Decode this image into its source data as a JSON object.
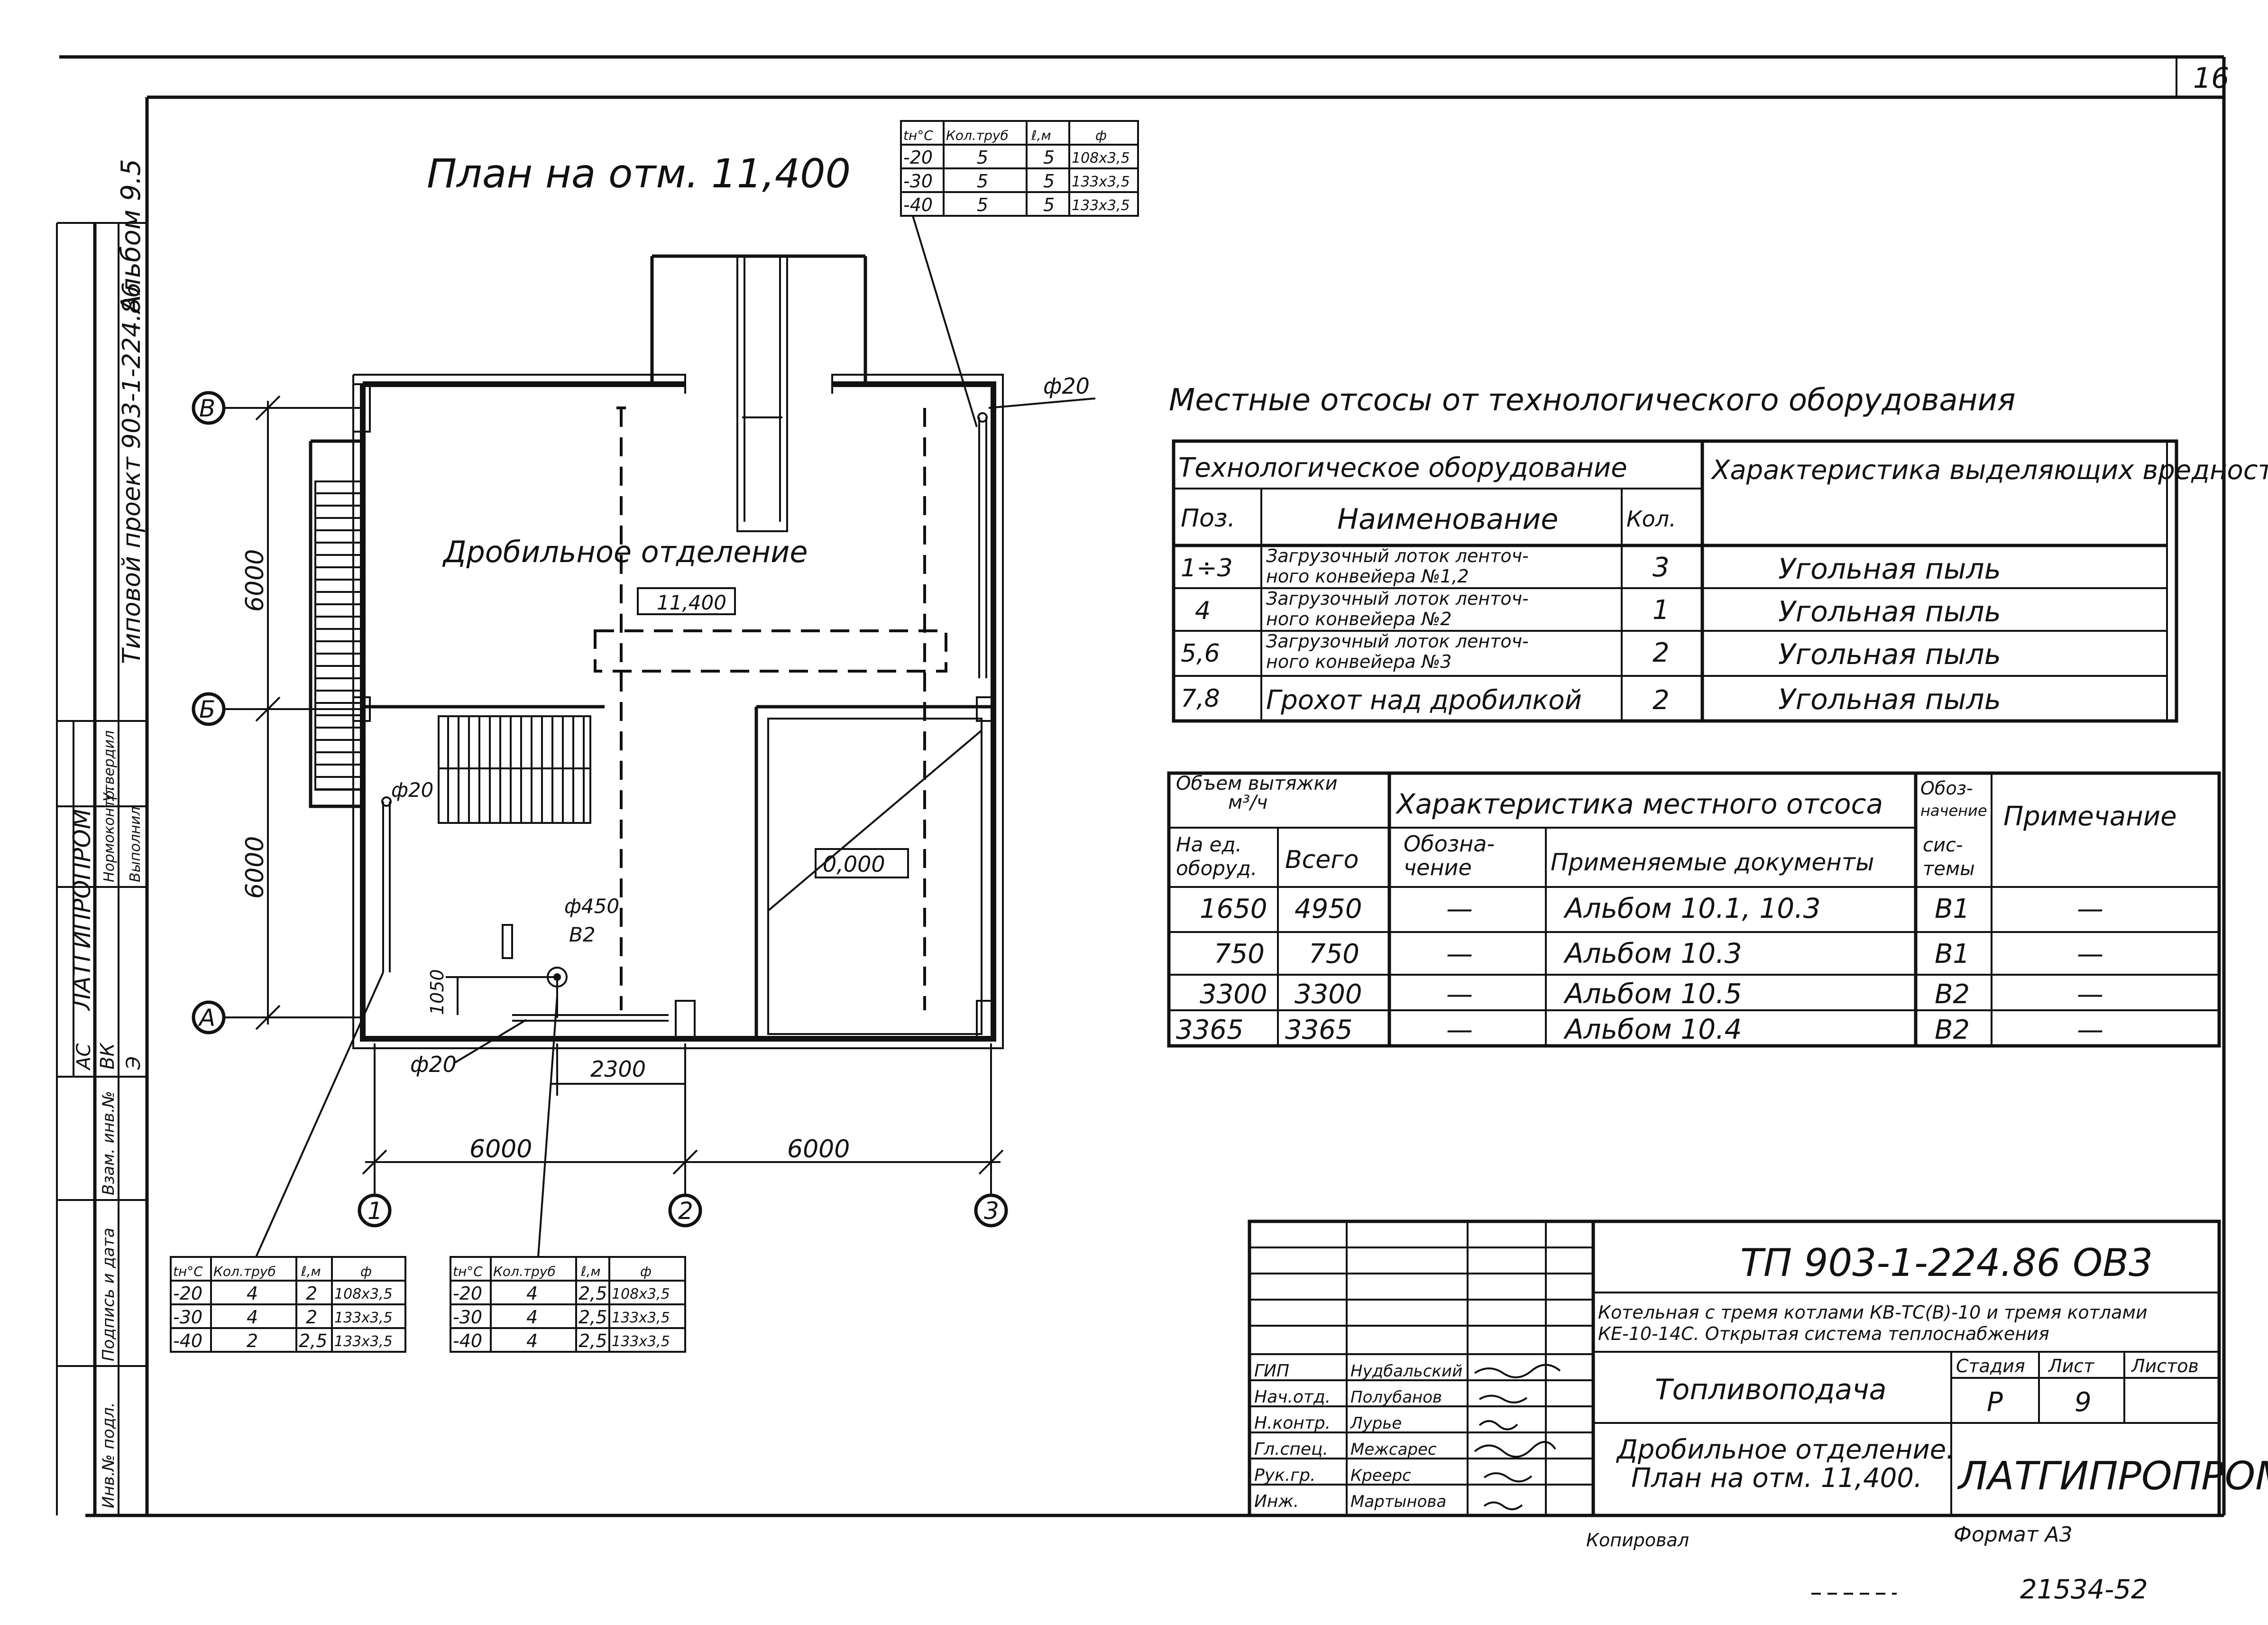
{
  "sheet_number": "16",
  "plan_title": "План на отм. 11,400",
  "room": {
    "name": "Дробильное отделение",
    "level_upper": "11,400",
    "level_lower": "0,000"
  },
  "axes": {
    "rows": [
      "В",
      "Б",
      "А"
    ],
    "cols": [
      "1",
      "2",
      "3"
    ]
  },
  "dimensions": {
    "vert_upper": "6000",
    "vert_lower": "6000",
    "horiz_left": "6000",
    "horiz_right": "6000",
    "local_2300": "2300",
    "local_1050": "1050"
  },
  "pipe_labels": {
    "phi20_top": "ф20",
    "phi20_left": "ф20",
    "phi20_bottom": "ф20",
    "phi450": "ф450",
    "b2": "В2"
  },
  "pipe_tables": {
    "top": {
      "headers": [
        "tн°С",
        "Кол.труб",
        "ℓ,м",
        "ф"
      ],
      "rows": [
        [
          "-20",
          "5",
          "5",
          "108х3,5"
        ],
        [
          "-30",
          "5",
          "5",
          "133х3,5"
        ],
        [
          "-40",
          "5",
          "5",
          "133х3,5"
        ]
      ]
    },
    "left": {
      "headers": [
        "tн°С",
        "Кол.труб",
        "ℓ,м",
        "ф"
      ],
      "rows": [
        [
          "-20",
          "4",
          "2",
          "108х3,5"
        ],
        [
          "-30",
          "4",
          "2",
          "133х3,5"
        ],
        [
          "-40",
          "2",
          "2,5",
          "133х3,5"
        ]
      ]
    },
    "mid": {
      "headers": [
        "tн°С",
        "Кол.труб",
        "ℓ,м",
        "ф"
      ],
      "rows": [
        [
          "-20",
          "4",
          "2,5",
          "108х3,5"
        ],
        [
          "-30",
          "4",
          "2,5",
          "133х3,5"
        ],
        [
          "-40",
          "4",
          "2,5",
          "133х3,5"
        ]
      ]
    }
  },
  "equipment": {
    "heading": "Местные отсосы от технологического оборудования",
    "group_header": "Технологическое оборудование",
    "hazard_header": "Характеристика выделяющих вредностей",
    "col_pos": "Поз.",
    "col_name": "Наименование",
    "col_qty": "Кол.",
    "rows": [
      {
        "pos": "1÷3",
        "name_1": "Загрузочный лоток ленточ-",
        "name_2": "ного конвейера №1,2",
        "qty": "3",
        "hazard": "Угольная пыль"
      },
      {
        "pos": "4",
        "name_1": "Загрузочный лоток ленточ-",
        "name_2": "ного конвейера №2",
        "qty": "1",
        "hazard": "Угольная пыль"
      },
      {
        "pos": "5,6",
        "name_1": "Загрузочный лоток ленточ-",
        "name_2": "ного конвейера №3",
        "qty": "2",
        "hazard": "Угольная пыль"
      },
      {
        "pos": "7,8",
        "name_1": "Грохот над дробилкой",
        "name_2": "",
        "qty": "2",
        "hazard": "Угольная пыль"
      }
    ]
  },
  "exhaust": {
    "vol_header_1": "Объем вытяжки",
    "vol_header_2": "м³/ч",
    "char_header": "Характеристика местного отсоса",
    "sys_header_1": "Обоз-",
    "sys_header_2": "начение",
    "note_header": "Примечание",
    "col_unit_1": "На ед.",
    "col_unit_2": "оборуд.",
    "col_total": "Всего",
    "col_desig_1": "Обозна-",
    "col_desig_2": "чение",
    "col_docs": "Применяемые документы",
    "col_sys_1": "сис-",
    "col_sys_2": "темы",
    "rows": [
      {
        "unit": "1650",
        "total": "4950",
        "desig": "—",
        "docs": "Альбом 10.1, 10.3",
        "sys": "В1",
        "note": "—"
      },
      {
        "unit": "750",
        "total": "750",
        "desig": "—",
        "docs": "Альбом 10.3",
        "sys": "В1",
        "note": "—"
      },
      {
        "unit": "3300",
        "total": "3300",
        "desig": "—",
        "docs": "Альбом 10.5",
        "sys": "В2",
        "note": "—"
      },
      {
        "unit": "3365",
        "total": "3365",
        "desig": "—",
        "docs": "Альбом 10.4",
        "sys": "В2",
        "note": "—"
      }
    ]
  },
  "title_block": {
    "code": "ТП 903-1-224.86 ОВ3",
    "project_1": "Котельная с тремя котлами КВ-ТС(В)-10 и тремя котлами",
    "project_2": "КЕ-10-14С. Открытая система теплоснабжения",
    "section": "Топливоподача",
    "sheet_title_1": "Дробильное отделение.",
    "sheet_title_2": "План на отм. 11,400.",
    "stage_label": "Стадия",
    "sheet_label": "Лист",
    "sheets_label": "Листов",
    "stage": "Р",
    "sheet": "9",
    "org": "ЛАТГИПРОПРОМ",
    "staff": [
      {
        "role": "ГИП",
        "name": "Нудбальский"
      },
      {
        "role": "Нач.отд.",
        "name": "Полубанов"
      },
      {
        "role": "Н.контр.",
        "name": "Лурье"
      },
      {
        "role": "Гл.спец.",
        "name": "Межсарес"
      },
      {
        "role": "Рук.гр.",
        "name": "Креерс"
      },
      {
        "role": "Инж.",
        "name": "Мартынова"
      }
    ],
    "copied": "Копировал",
    "format": "Формат А3",
    "inventory": "21534-52"
  },
  "side_stamp": {
    "album": "Альбом 9.5",
    "project": "Типовой проект 903-1-224.86",
    "org_short": "ЛАТГИПРОПРОМ",
    "as": "АС",
    "vk": "ВК",
    "e": "Э",
    "signed_1": "Нормоконтр.",
    "signed_2": "Утвердил",
    "signed_3": "Выполнил",
    "inv_label": "Инв.№ подл.",
    "sig_label": "Подпись и дата",
    "replace_label": "Взам. инв.№"
  }
}
